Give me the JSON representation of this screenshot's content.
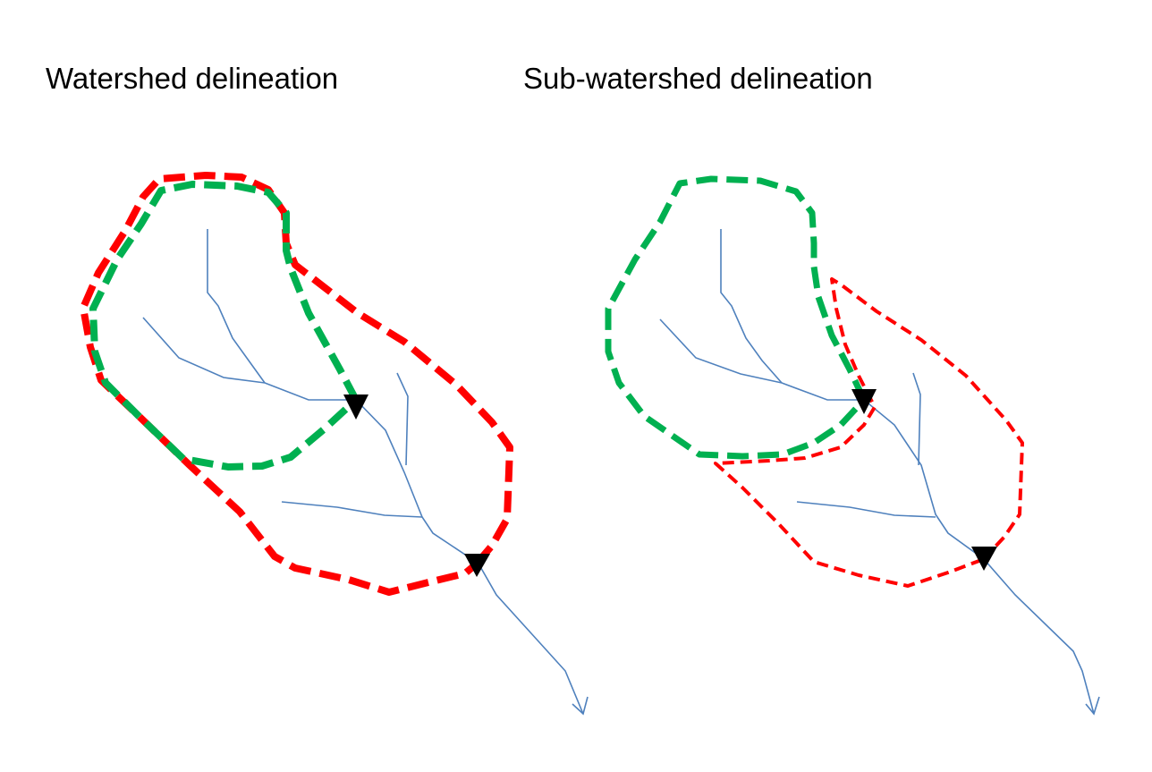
{
  "panels": [
    {
      "title": "Watershed delineation",
      "mode": "watershed"
    },
    {
      "title": "Sub-watershed delineation",
      "mode": "sub-watershed"
    }
  ],
  "colors": {
    "watershed_boundary": "#ff0000",
    "subwatershed_boundary": "#00b050",
    "stream": "#4f81bd",
    "outlet_marker": "#000000",
    "background": "#ffffff"
  },
  "legend_icons": {
    "outlet": "outlet-triangle-icon",
    "flow_direction": "arrowhead-icon"
  }
}
